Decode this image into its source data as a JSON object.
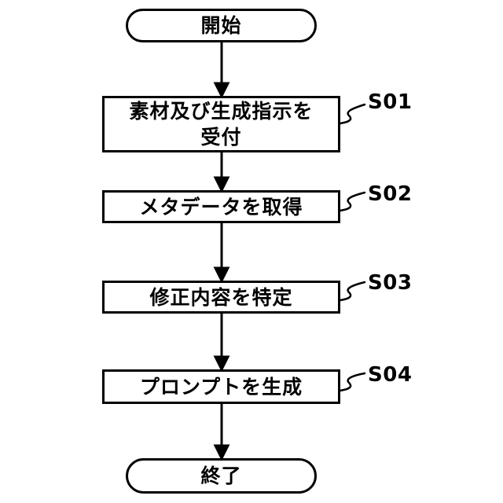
{
  "figure": {
    "background_color": "#ffffff",
    "line_color": "#000000",
    "type": "flowchart"
  },
  "flowchart": {
    "start": {
      "label": "開始"
    },
    "end": {
      "label": "終了"
    },
    "steps": [
      {
        "tag": "S01",
        "text": "素材及び生成指示を\n受付"
      },
      {
        "tag": "S02",
        "text": "メタデータを取得"
      },
      {
        "tag": "S03",
        "text": "修正内容を特定"
      },
      {
        "tag": "S04",
        "text": "プロンプトを生成"
      }
    ]
  }
}
